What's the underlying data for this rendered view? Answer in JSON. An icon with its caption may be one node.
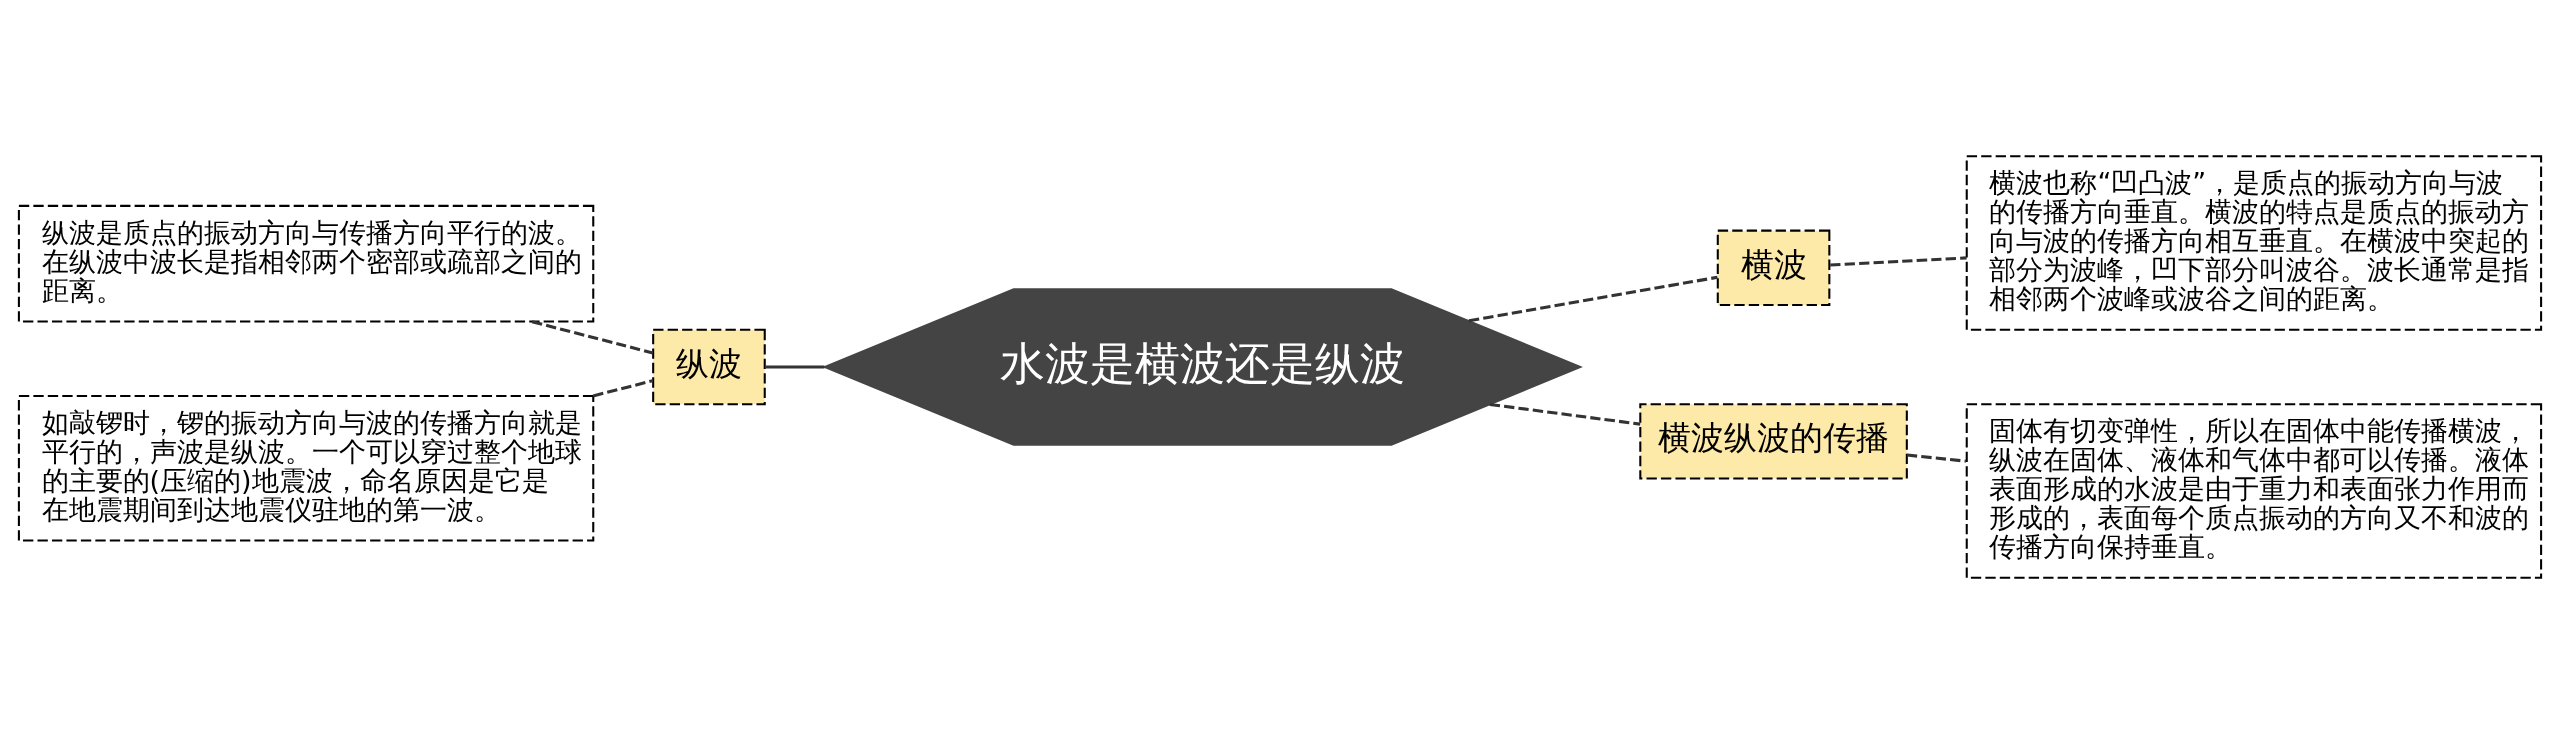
{
  "diagram": {
    "nodes": [
      {
        "text": [
          "水波是横波还是纵波"
        ]
      },
      {
        "text": [
          "纵波"
        ]
      },
      {
        "text": [
          "纵波是质点的振动方向与传播方向平行的波。在纵波中波长是指相邻两个密部或疏部之间的距离。"
        ]
      },
      {
        "text": [
          "如敲锣时，锣的振动方向与波的传播方向就是平行的，声波是纵波。一个可以穿过整个地球的主要的(压缩的)地震波，命名原因是它是在地震期间到达地震仪驻地的第一波。"
        ]
      },
      {
        "text": [
          "横波"
        ]
      },
      {
        "text": [
          "横波也称“凹凸波”，是质点的振动方向与波的传播方向垂直。横波的特点是质点的振动方向与波的传播方向相互垂直。在横波中突起的部分为波峰，凹下部分叫波谷。波长通常是指相邻两个波峰或波谷之间的距离。"
        ]
      },
      {
        "text": [
          "横波纵波的传播"
        ]
      },
      {
        "text": [
          "固体有切变弹性，所以在固体中能传播横波，纵波在固体、液体和气体中都可以传播。液体表面形成的水波是由于重力和表面张力作用而形成的，表面每个质点振动的方向又不和波的传播方向保持垂直。"
        ]
      }
    ],
    "edges": [
      {
        "from": 0,
        "to": 1,
        "arrow": "none"
      },
      {
        "from": 1,
        "to": 2,
        "arrow": "none",
        "style": "dashed"
      },
      {
        "from": 1,
        "to": 3,
        "arrow": "none",
        "style": "dashed"
      },
      {
        "from": 0,
        "to": 4,
        "arrow": "none",
        "style": "dashed"
      },
      {
        "from": 4,
        "to": 5,
        "arrow": "none",
        "style": "dashed"
      },
      {
        "from": 0,
        "to": 6,
        "arrow": "none",
        "style": "dashed"
      },
      {
        "from": 6,
        "to": 7,
        "arrow": "none",
        "style": "dashed"
      }
    ]
  }
}
